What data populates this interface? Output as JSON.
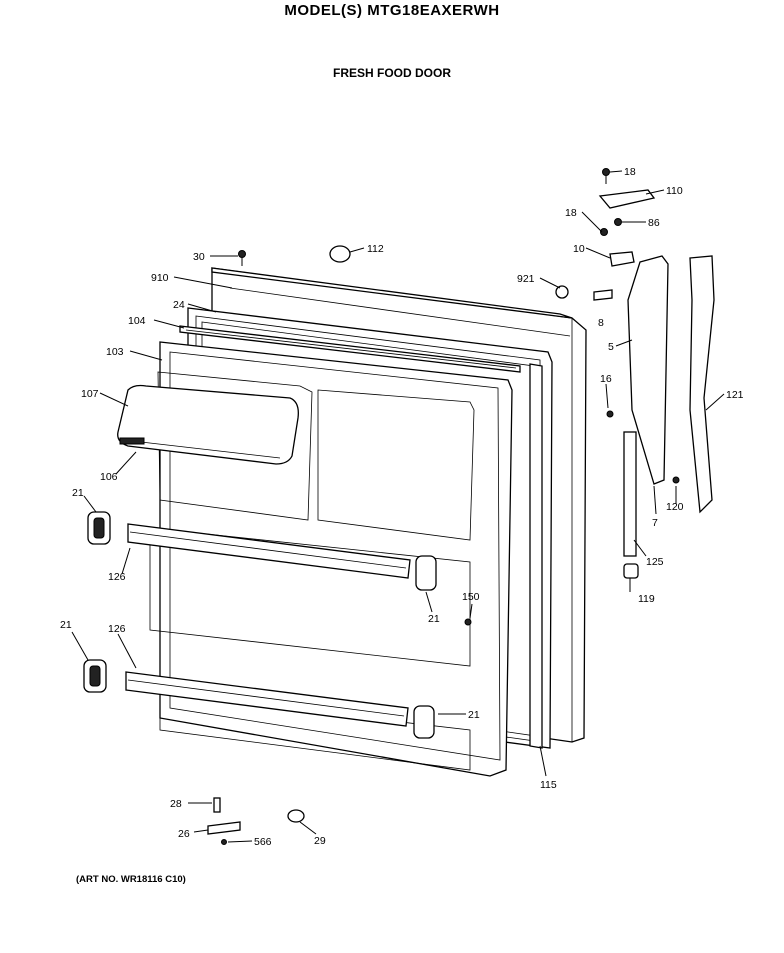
{
  "header": {
    "title": "MODEL(S) MTG18EAXERWH",
    "subtitle": "FRESH FOOD DOOR"
  },
  "footer": {
    "art_no": "(ART NO. WR18116 C10)"
  },
  "callouts": [
    "18",
    "110",
    "18",
    "86",
    "10",
    "30",
    "112",
    "910",
    "921",
    "24",
    "8",
    "104",
    "103",
    "5",
    "107",
    "16",
    "121",
    "106",
    "7",
    "120",
    "21",
    "126",
    "125",
    "150",
    "21",
    "119",
    "21",
    "126",
    "21",
    "115",
    "28",
    "26",
    "566",
    "29"
  ]
}
